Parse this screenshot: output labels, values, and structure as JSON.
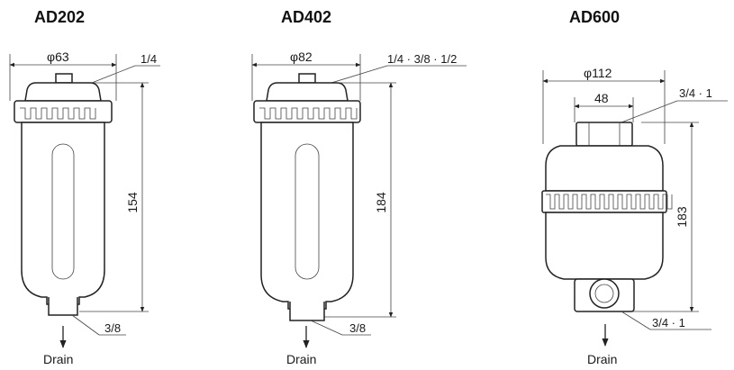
{
  "models": [
    {
      "name": "AD202",
      "diameter": "φ63",
      "port_top": "1/4",
      "height": "154",
      "port_bottom": "3/8",
      "drain": "Drain"
    },
    {
      "name": "AD402",
      "diameter": "φ82",
      "port_top": "1/4 · 3/8 · 1/2",
      "height": "184",
      "port_bottom": "3/8",
      "drain": "Drain"
    },
    {
      "name": "AD600",
      "diameter": "φ112",
      "width_inner": "48",
      "port_top": "3/4 · 1",
      "height": "183",
      "port_bottom": "3/4 · 1",
      "drain": "Drain"
    }
  ]
}
